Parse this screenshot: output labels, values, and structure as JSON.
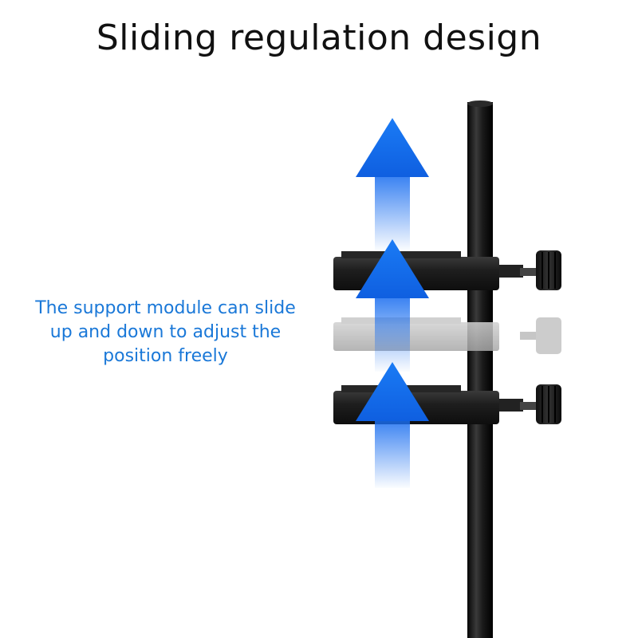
{
  "title": "Sliding regulation design",
  "caption": {
    "lines": [
      "The support module can slide",
      "up and down to adjust the",
      "position freely"
    ]
  },
  "colors": {
    "caption_text": "#1a78d8",
    "arrow_blue": "#1a6ef0",
    "rod": "#151515",
    "bracket": "#1c1c1c",
    "ghost_bracket": "#b5b5b5"
  },
  "icons": [
    "up-arrow-icon",
    "knob-icon"
  ]
}
